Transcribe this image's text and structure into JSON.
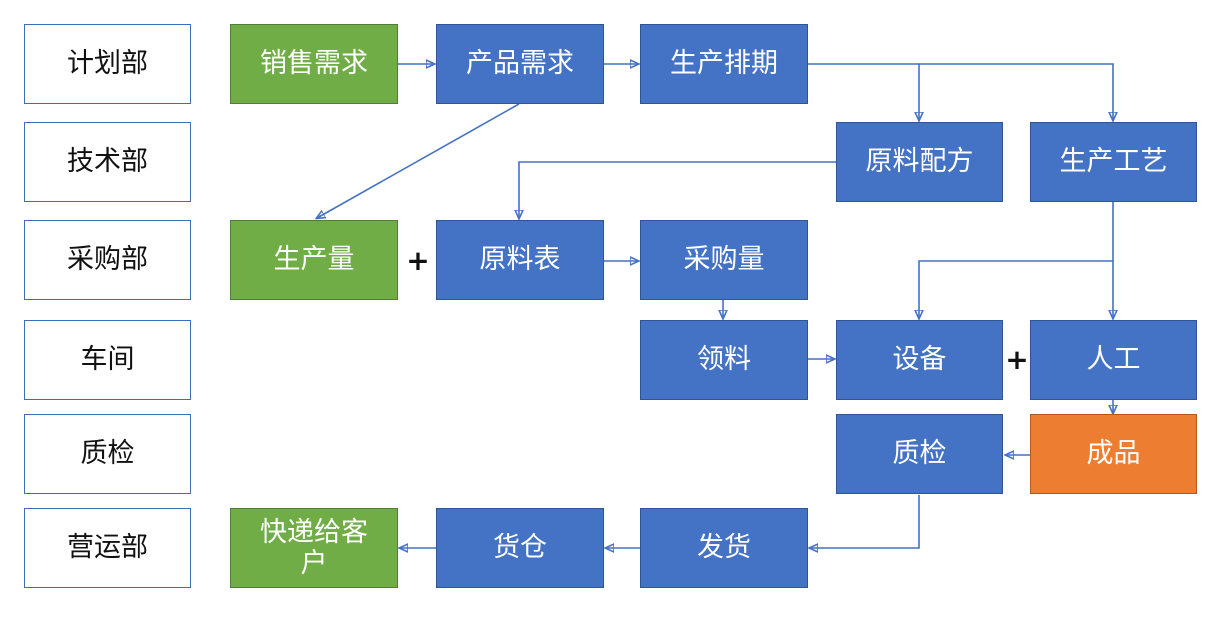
{
  "departments": [
    "计划部",
    "技术部",
    "采购部",
    "车间",
    "质检",
    "营运部"
  ],
  "nodes": {
    "sales_demand": "销售需求",
    "product_demand": "产品需求",
    "production_schedule": "生产排期",
    "material_formula": "原料配方",
    "production_process": "生产工艺",
    "production_volume": "生产量",
    "material_list": "原料表",
    "purchase_volume": "采购量",
    "material_requisition": "领料",
    "equipment": "设备",
    "labor": "人工",
    "qc": "质检",
    "finished_product": "成品",
    "shipping": "发货",
    "warehouse": "货仓",
    "courier": "快递给客户"
  },
  "operators": {
    "plus1": "+",
    "plus2": "+"
  },
  "colors": {
    "blue": "#4472c4",
    "green": "#70ad47",
    "orange": "#ed7d31"
  }
}
